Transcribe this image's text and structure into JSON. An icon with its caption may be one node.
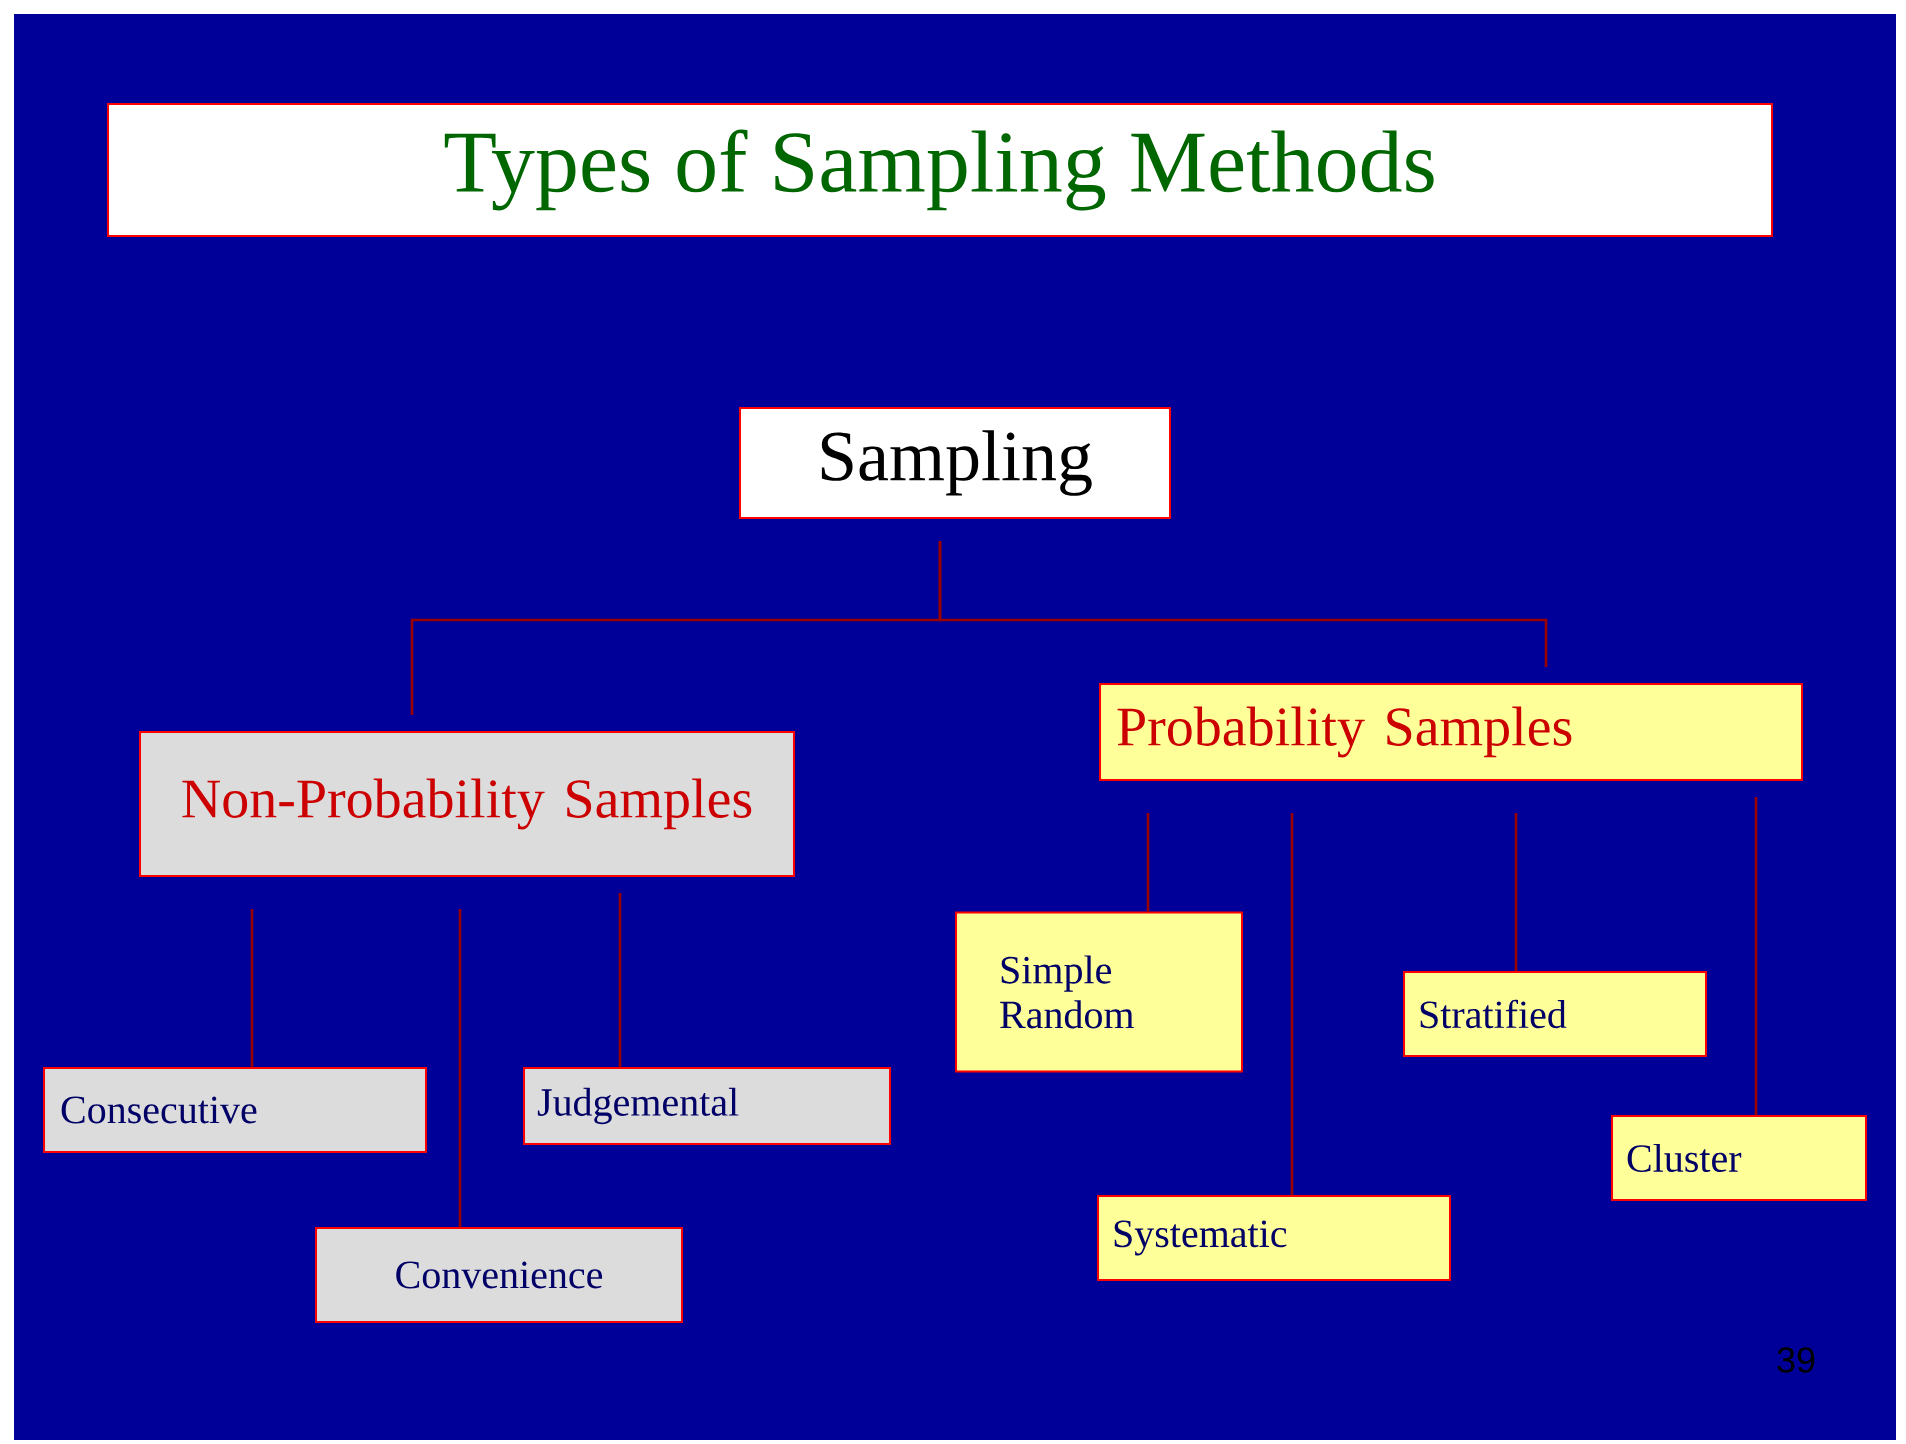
{
  "diagram": {
    "title": "Types of Sampling Methods",
    "nodes": [
      {
        "text": [
          "Sampling"
        ]
      },
      {
        "text": [
          "Non-Probability Samples"
        ]
      },
      {
        "text": [
          "Probability Samples"
        ]
      },
      {
        "text": [
          "Consecutive"
        ]
      },
      {
        "text": [
          "Convenience"
        ]
      },
      {
        "text": [
          "Judgemental"
        ]
      },
      {
        "text": [
          "Simple Random"
        ]
      },
      {
        "text": [
          "Systematic"
        ]
      },
      {
        "text": [
          "Stratified"
        ]
      },
      {
        "text": [
          "Cluster"
        ]
      }
    ],
    "edges": [
      {
        "from": 0,
        "to": 1,
        "arrow": "none"
      },
      {
        "from": 0,
        "to": 2,
        "arrow": "none"
      },
      {
        "from": 1,
        "to": 3,
        "arrow": "none"
      },
      {
        "from": 1,
        "to": 4,
        "arrow": "none"
      },
      {
        "from": 1,
        "to": 5,
        "arrow": "none"
      },
      {
        "from": 2,
        "to": 6,
        "arrow": "none"
      },
      {
        "from": 2,
        "to": 7,
        "arrow": "none"
      },
      {
        "from": 2,
        "to": 8,
        "arrow": "none"
      },
      {
        "from": 2,
        "to": 9,
        "arrow": "none"
      }
    ],
    "labels": [
      "39"
    ]
  }
}
